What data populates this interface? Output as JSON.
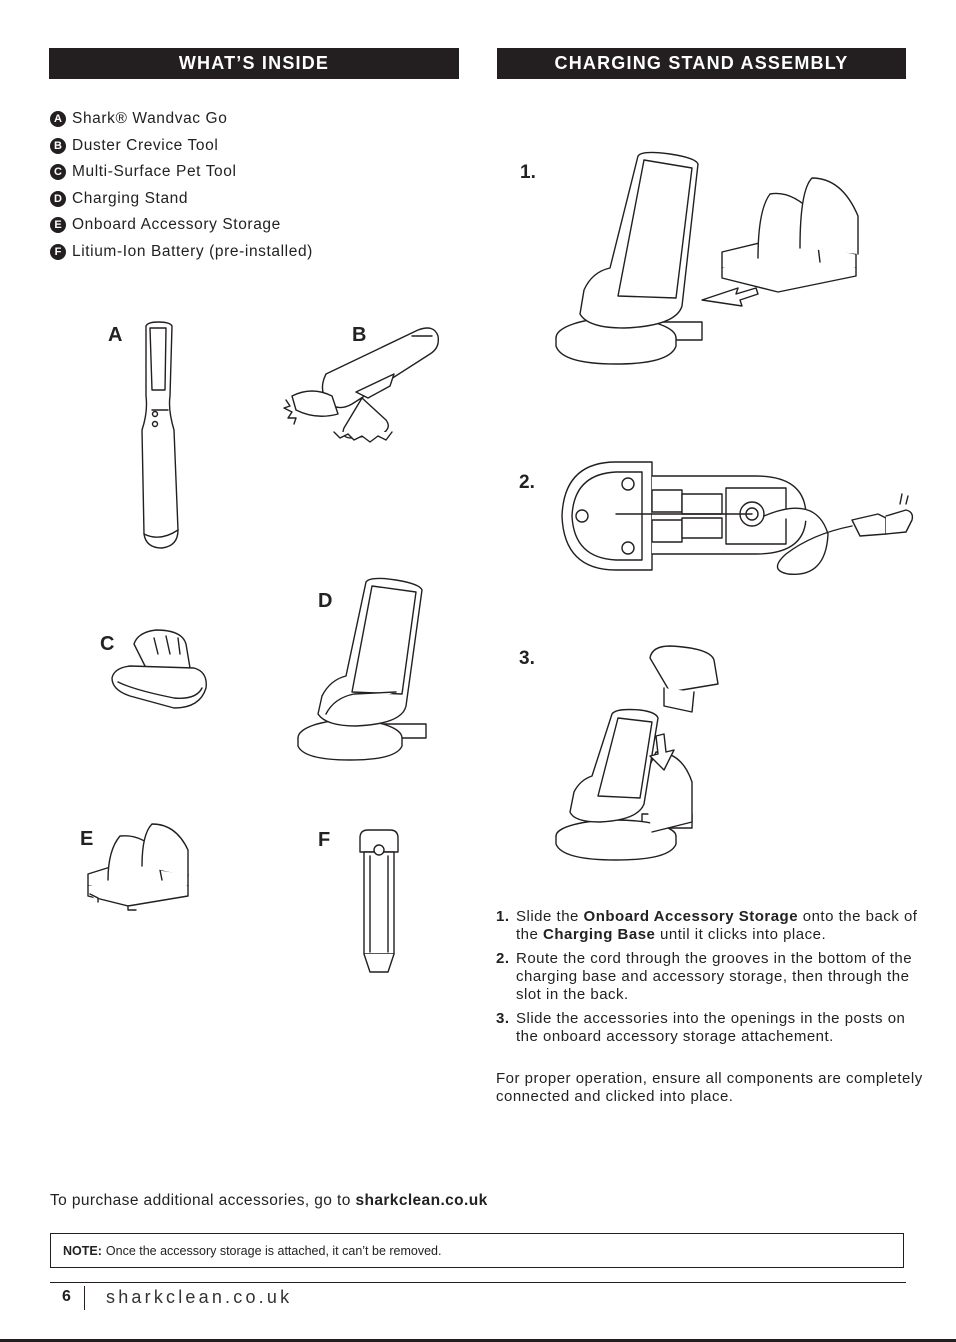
{
  "headers": {
    "whats_inside": "WHAT’S INSIDE",
    "charging_stand_assembly": "CHARGING STAND ASSEMBLY"
  },
  "items": [
    {
      "letter": "A",
      "label": "Shark® Wandvac Go"
    },
    {
      "letter": "B",
      "label": "Duster Crevice Tool"
    },
    {
      "letter": "C",
      "label": "Multi-Surface Pet Tool"
    },
    {
      "letter": "D",
      "label": "Charging Stand"
    },
    {
      "letter": "E",
      "label": "Onboard Accessory Storage"
    },
    {
      "letter": "F",
      "label": "Litium-Ion Battery (pre-installed)"
    }
  ],
  "figure_labels": {
    "a": "A",
    "b": "B",
    "c": "C",
    "d": "D",
    "e": "E",
    "f": "F"
  },
  "step_labels": {
    "one": "1.",
    "two": "2.",
    "three": "3."
  },
  "steps": [
    {
      "num": "1.",
      "t1": "Slide the ",
      "b1": "Onboard Accessory Storage",
      "t2": " onto the back of the ",
      "b2": "Charging Base",
      "t3": " until it clicks into place."
    },
    {
      "num": "2.",
      "text": "Route the cord through the grooves in the bottom of the charging base and accessory storage, then through the slot in the back."
    },
    {
      "num": "3.",
      "text": "Slide the accessories into the openings in the posts on the onboard accessory storage attachement."
    }
  ],
  "closing": "For proper operation, ensure all components are completely connected and clicked into place.",
  "purchase": {
    "text": "To purchase additional accessories, go to ",
    "link": "sharkclean.co.uk"
  },
  "note": {
    "label": "NOTE:",
    "text": "Once the accessory storage is attached, it can’t be removed."
  },
  "footer": {
    "page": "6",
    "url": "sharkclean.co.uk"
  }
}
